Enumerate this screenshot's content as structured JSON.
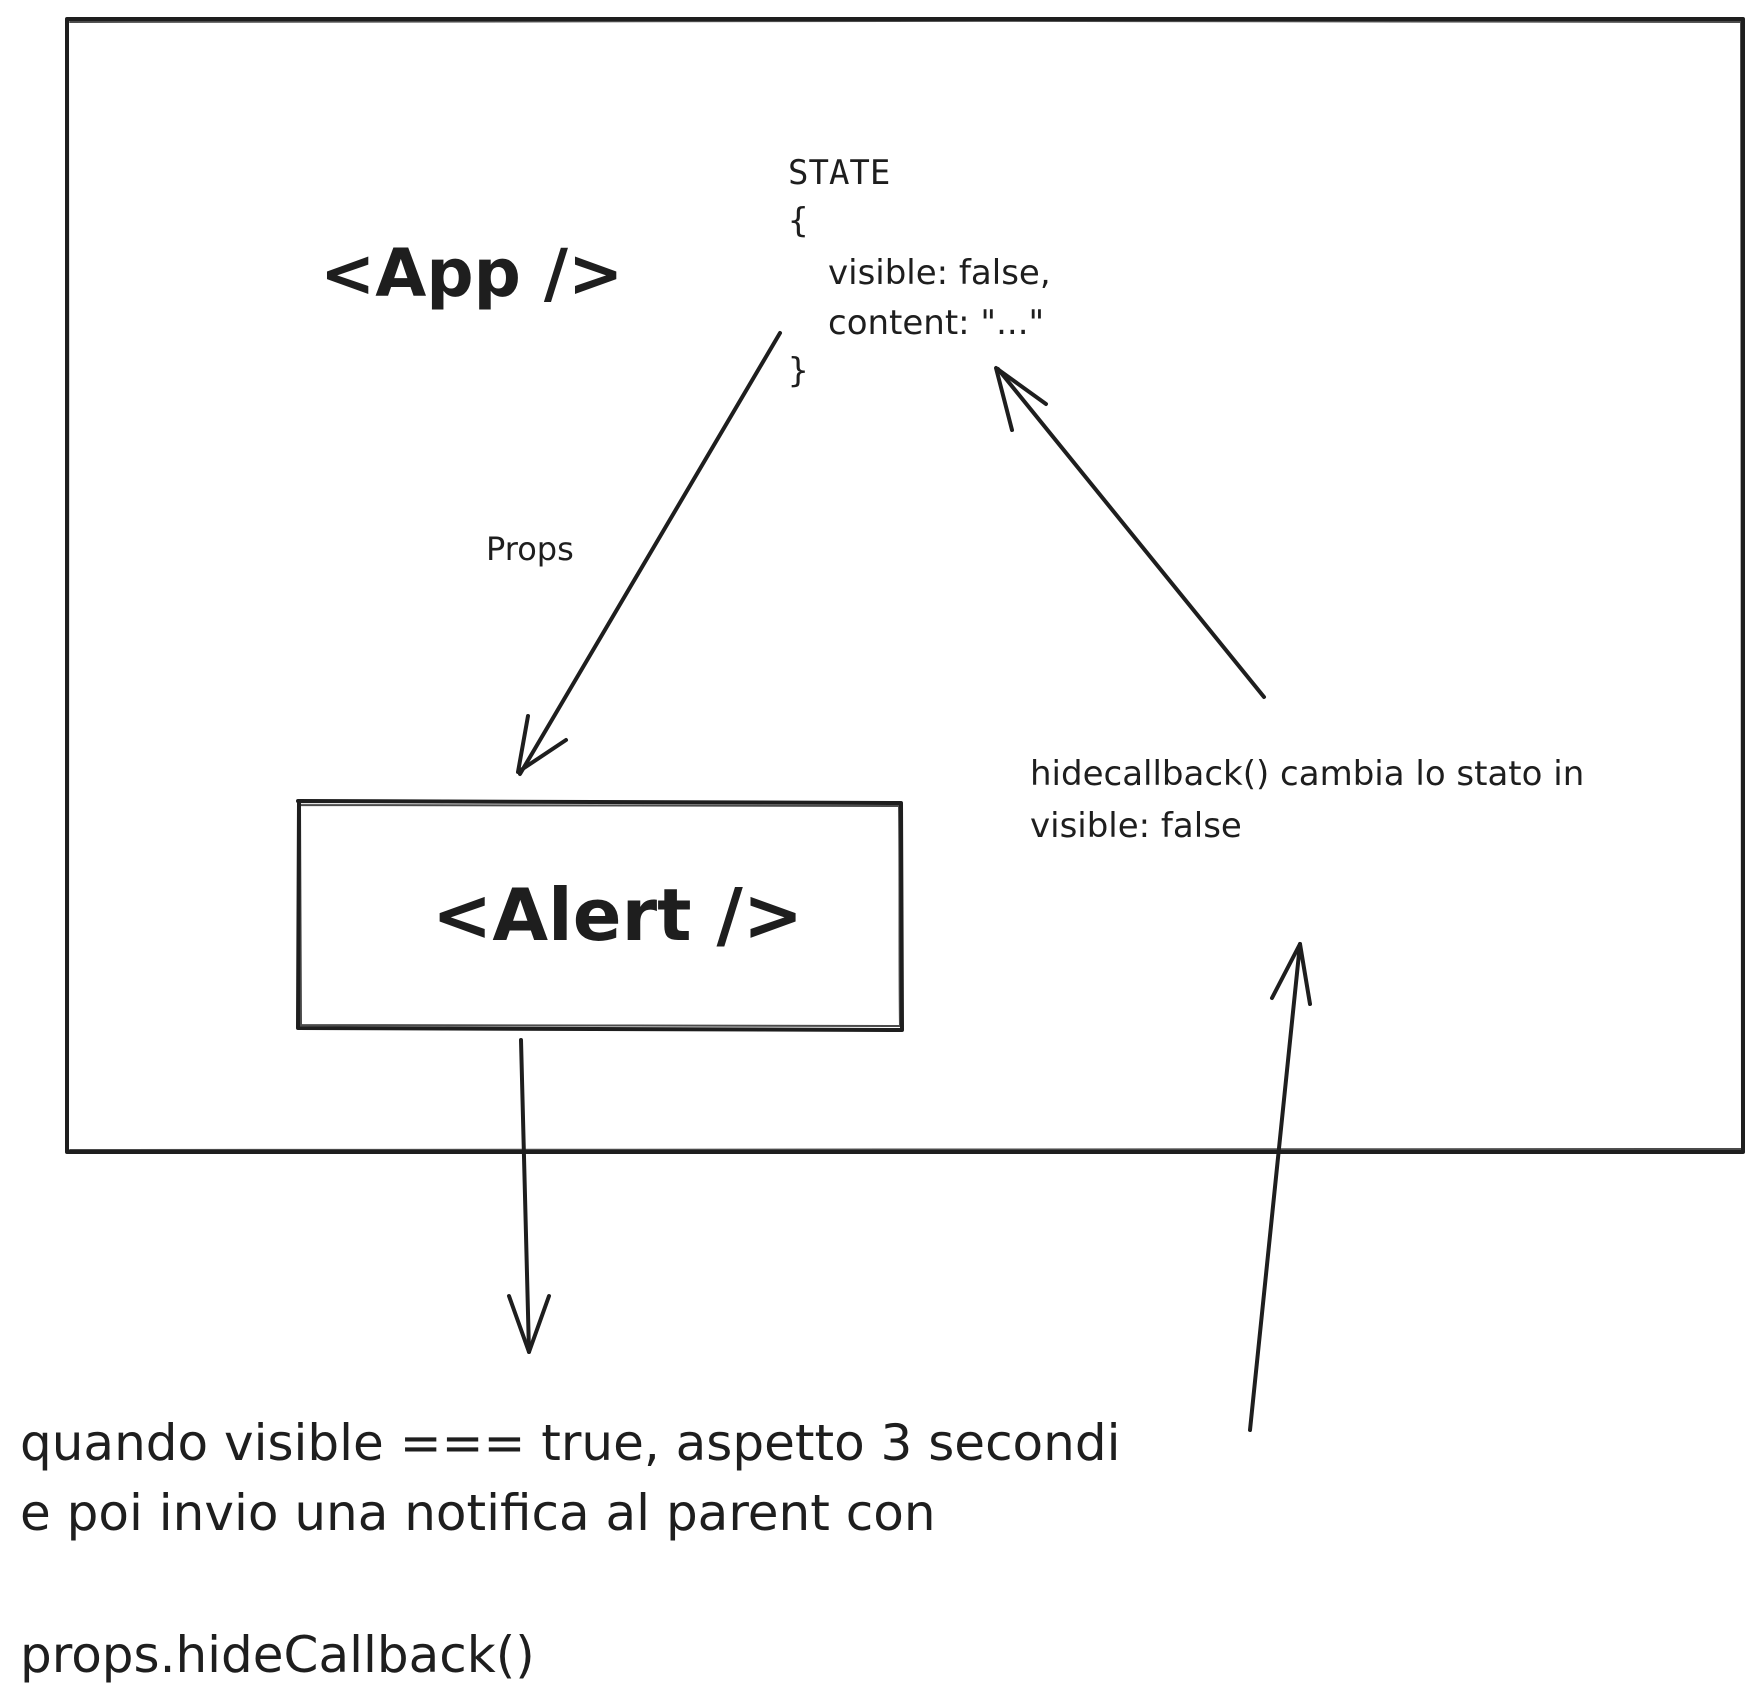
{
  "app_component": {
    "label": "<App />"
  },
  "state": {
    "title": "STATE",
    "open_brace": "{",
    "line_visible": "visible: false,",
    "line_content": "content: \"...\"",
    "close_brace": "}"
  },
  "props_label": "Props",
  "alert_component": {
    "label": "<Alert />"
  },
  "callback_note": {
    "line1": "hidecallback() cambia lo stato in",
    "line2": "visible: false"
  },
  "timer_note": {
    "line1": "quando visible === true, aspetto 3 secondi",
    "line2": "e poi invio una notifica al parent con",
    "line3": "props.hideCallback()"
  },
  "colors": {
    "ink": "#1e1e1e",
    "background": "#ffffff"
  }
}
